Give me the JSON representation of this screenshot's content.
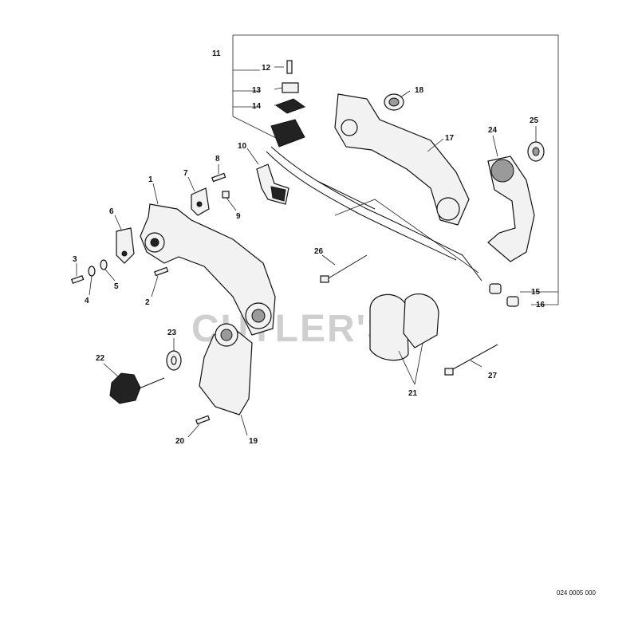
{
  "watermark": "CUTLER'S",
  "drawing_code": "024 0005 000",
  "callouts": [
    "1",
    "2",
    "3",
    "4",
    "5",
    "6",
    "7",
    "8",
    "9",
    "10",
    "11",
    "12",
    "13",
    "14",
    "15",
    "16",
    "17",
    "18",
    "19",
    "20",
    "21",
    "22",
    "23",
    "24",
    "25",
    "26",
    "27"
  ],
  "colors": {
    "line": "#111111",
    "watermark": "#cfcfcf",
    "background": "#ffffff"
  }
}
